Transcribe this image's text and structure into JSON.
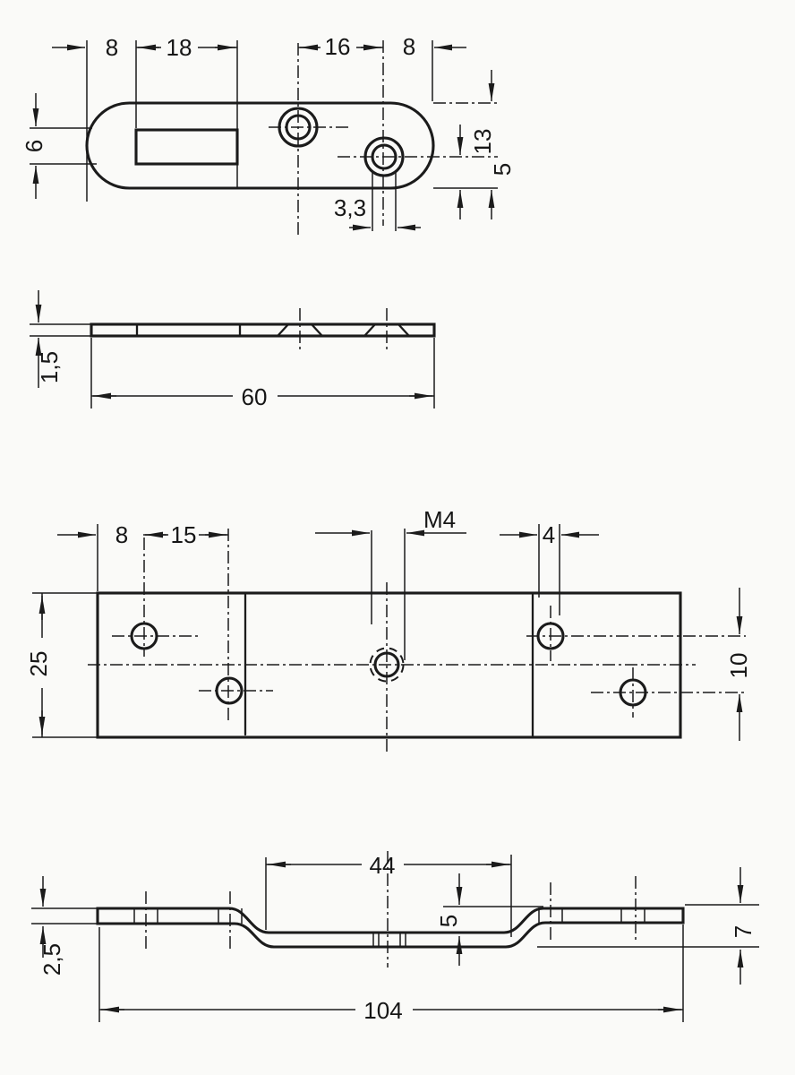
{
  "drawing": {
    "type": "technical-drawing",
    "background": "#fafaf8",
    "line_color": "#1b1b1b",
    "parts": {
      "part1": {
        "description": "slotted strap 60 x 13 x 1,5 with countersunk holes"
      },
      "part2": {
        "description": "offset bracket 104 x 25 x 2,5 with M4 thread"
      }
    },
    "dims": {
      "p1_offset_left": "8",
      "p1_slot_len": "18",
      "p1_hole_spacing": "16",
      "p1_offset_right": "8",
      "p1_slot_width": "6",
      "p1_width": "13",
      "p1_hole_edge": "5",
      "p1_hole_dia": "3,3",
      "p1_thickness": "1,5",
      "p1_length": "60",
      "p2_offset_left": "8",
      "p2_hole_spacing": "15",
      "p2_thread": "M4",
      "p2_hole_dia": "4",
      "p2_width": "25",
      "p2_hole_offset": "10",
      "p2_mid_len": "44",
      "p2_offset_depth": "5",
      "p2_thickness": "2,5",
      "p2_height": "7",
      "p2_length": "104"
    }
  }
}
